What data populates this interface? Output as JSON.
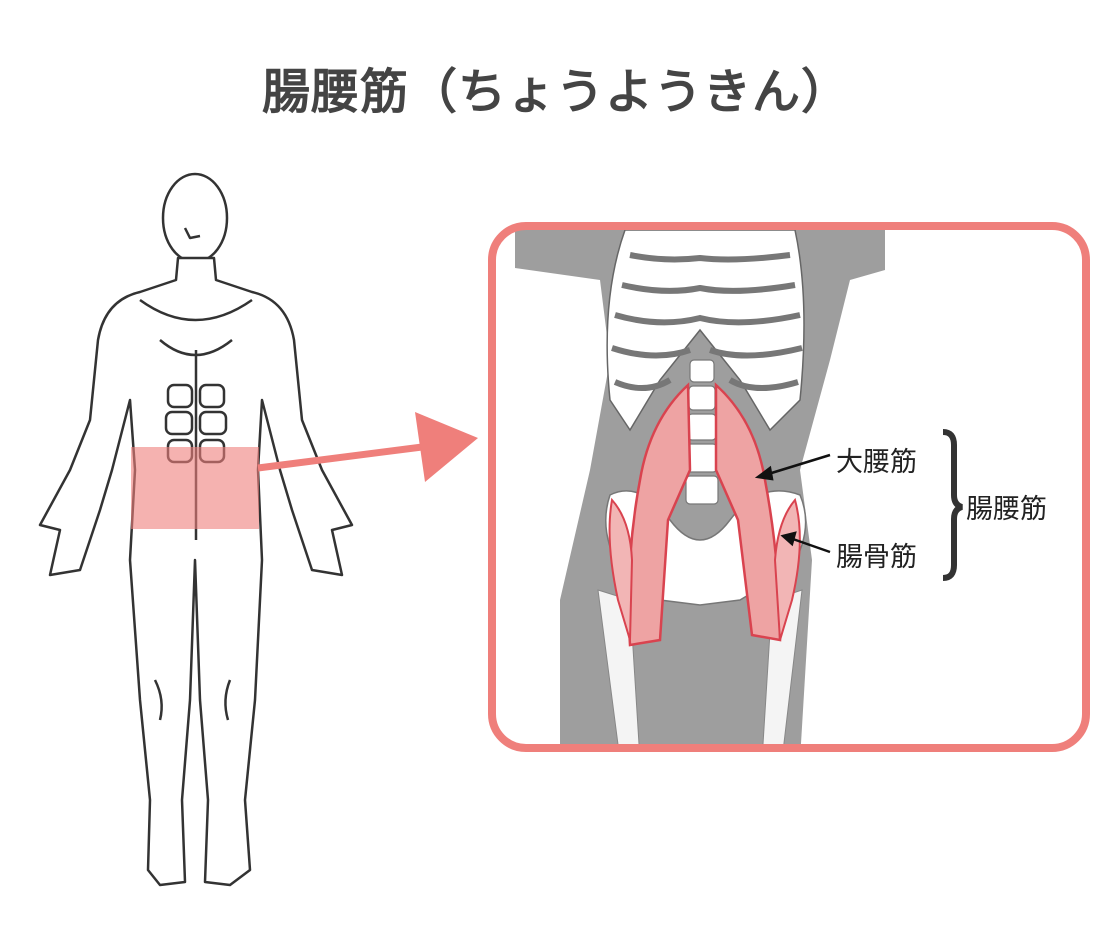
{
  "title": "腸腰筋（ちょうようきん）",
  "labels": {
    "psoas_major": "大腰筋",
    "iliacus": "腸骨筋",
    "iliopsoas": "腸腰筋"
  },
  "colors": {
    "accent": "#ef7f7b",
    "muscle": "#eea3a3",
    "muscle_edge": "#d9434f",
    "body_gray": "#9e9e9e",
    "title": "#444444"
  }
}
